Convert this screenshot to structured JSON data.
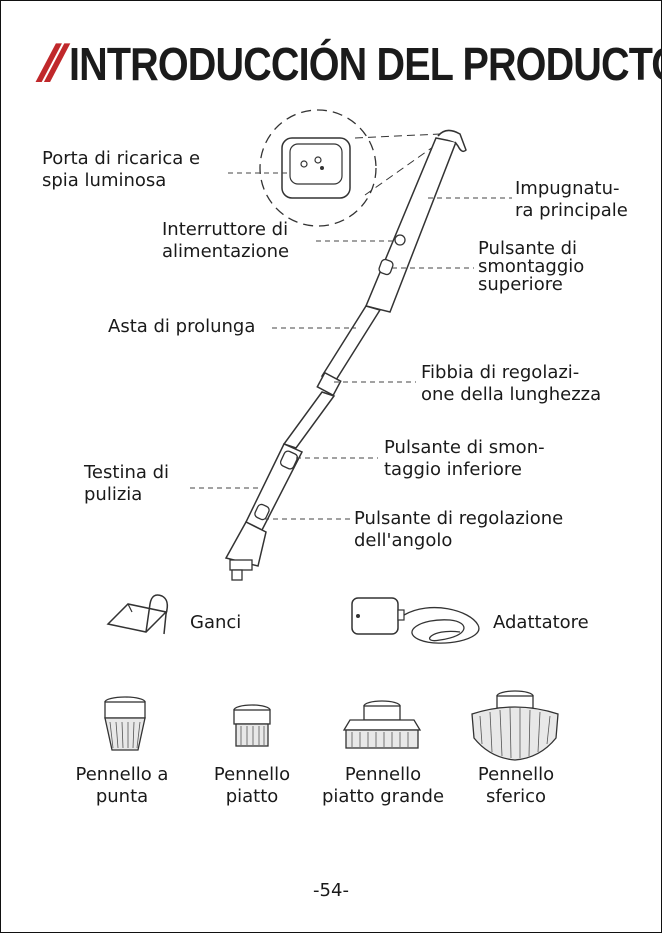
{
  "header": {
    "slashes": "//",
    "title": "INTRODUCCIÓN DEL PRODUCTO"
  },
  "labels": {
    "charging_port": [
      "Porta di ricarica e",
      "spia luminosa"
    ],
    "main_handle": [
      "Impugnatu-",
      "ra principale"
    ],
    "power_switch": [
      "Interruttore di",
      "alimentazione"
    ],
    "upper_release": [
      "Pulsante di",
      "smontaggio",
      "superiore"
    ],
    "extension_rod": "Asta di prolunga",
    "length_buckle": [
      "Fibbia di regolazi-",
      "one della lunghezza"
    ],
    "lower_release": [
      "Pulsante di smon-",
      "taggio inferiore"
    ],
    "cleaning_head": [
      "Testina di",
      "pulizia"
    ],
    "angle_button": [
      "Pulsante di regolazione",
      "dell'angolo"
    ]
  },
  "accessories": {
    "hooks": "Ganci",
    "adapter": "Adattatore"
  },
  "brushes": [
    {
      "line1": "Pennello a",
      "line2": "punta"
    },
    {
      "line1": "Pennello",
      "line2": "piatto"
    },
    {
      "line1": "Pennello",
      "line2": "piatto grande"
    },
    {
      "line1": "Pennello",
      "line2": "sferico"
    }
  ],
  "footer": {
    "page_number": "-54-"
  },
  "colors": {
    "accent": "#c0282b",
    "ink": "#1a1a1a",
    "line": "#555555"
  }
}
